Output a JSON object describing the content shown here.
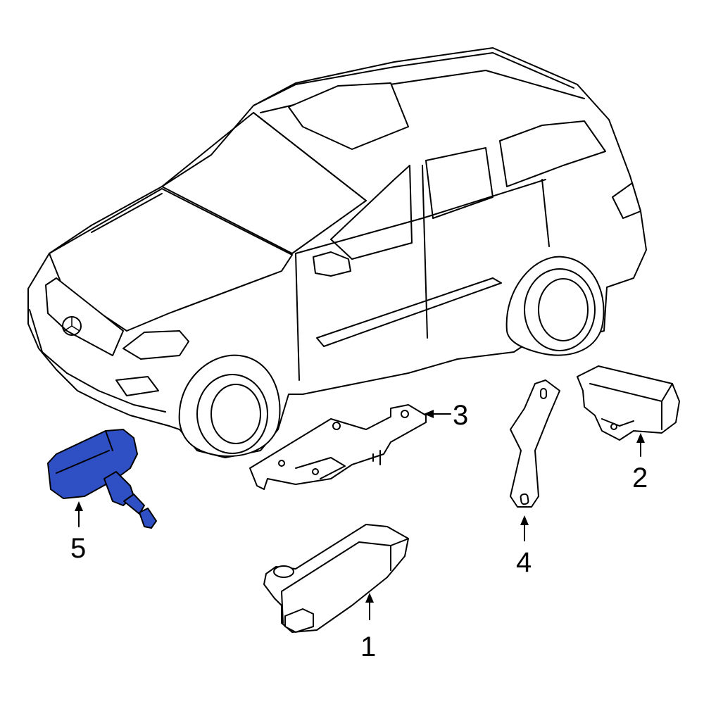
{
  "diagram": {
    "highlight_color": "#2f4fc4",
    "line_color": "#000000",
    "background": "#ffffff",
    "callouts": [
      {
        "id": "part-1",
        "label": "1"
      },
      {
        "id": "part-2",
        "label": "2"
      },
      {
        "id": "part-3",
        "label": "3"
      },
      {
        "id": "part-4",
        "label": "4"
      },
      {
        "id": "part-5",
        "label": "5"
      }
    ],
    "highlighted_part": "5",
    "emblem": "three-pointed-star-icon"
  }
}
